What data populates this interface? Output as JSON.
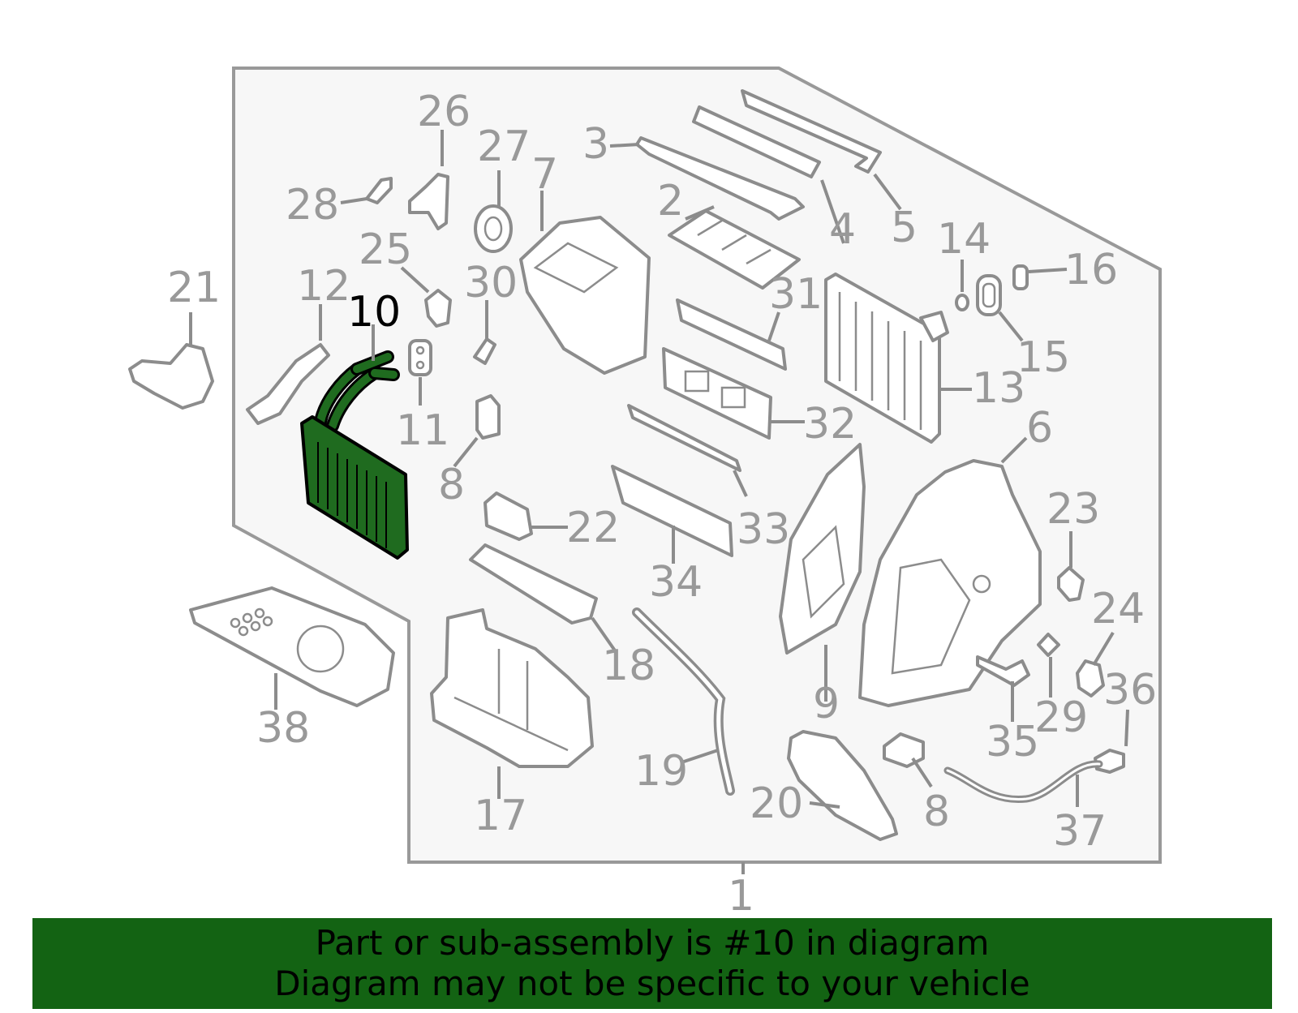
{
  "banner": {
    "line1": "Part or sub-assembly is #10 in diagram",
    "line2": "Diagram may not be specific to your vehicle"
  },
  "highlight": {
    "part": "10",
    "color": "#1f6b1f"
  },
  "colors": {
    "outline": "#8c8c8c",
    "label": "#999999",
    "panel": "#f7f7f7",
    "banner": "#136313"
  },
  "callouts": {
    "c1": "1",
    "c2": "2",
    "c3": "3",
    "c4": "4",
    "c5": "5",
    "c6": "6",
    "c7": "7",
    "c8a": "8",
    "c8b": "8",
    "c9": "9",
    "c10": "10",
    "c11": "11",
    "c12": "12",
    "c13": "13",
    "c14": "14",
    "c15": "15",
    "c16": "16",
    "c17": "17",
    "c18": "18",
    "c19": "19",
    "c20": "20",
    "c21": "21",
    "c22": "22",
    "c23": "23",
    "c24": "24",
    "c25": "25",
    "c26": "26",
    "c27": "27",
    "c28": "28",
    "c29": "29",
    "c30": "30",
    "c31": "31",
    "c32": "32",
    "c33": "33",
    "c34": "34",
    "c35": "35",
    "c36": "36",
    "c37": "37",
    "c38": "38"
  }
}
